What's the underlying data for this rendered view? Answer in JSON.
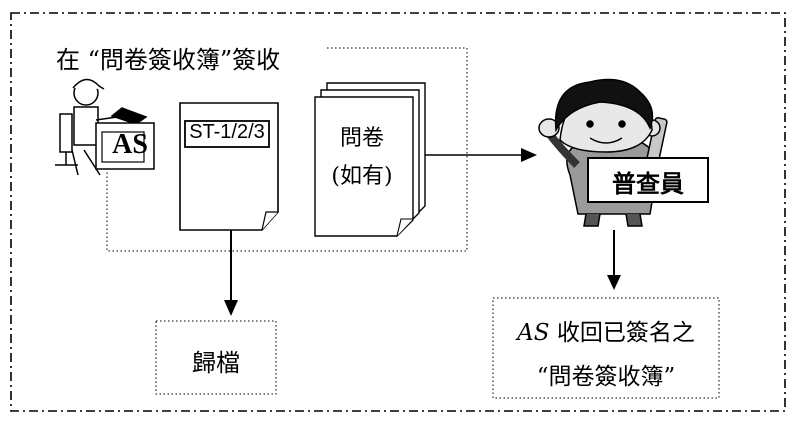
{
  "title": "在 “問卷簽收簿”簽收",
  "st_label": "ST-1/2/3",
  "questionnaire": {
    "line1": "問卷",
    "line2": "(如有)"
  },
  "as_badge": "AS",
  "enumerator_label": "普查員",
  "file_label": "歸檔",
  "return_note": {
    "as_prefix": "AS",
    "line1_rest": " 收回已簽名之",
    "line2": "“問卷簽收簿”"
  },
  "colors": {
    "line": "#000000",
    "gray": "#c8c8c8",
    "skin": "#e8e8e8"
  },
  "icons": [
    "clerk-at-desk-icon",
    "enumerator-cartoon-icon"
  ]
}
